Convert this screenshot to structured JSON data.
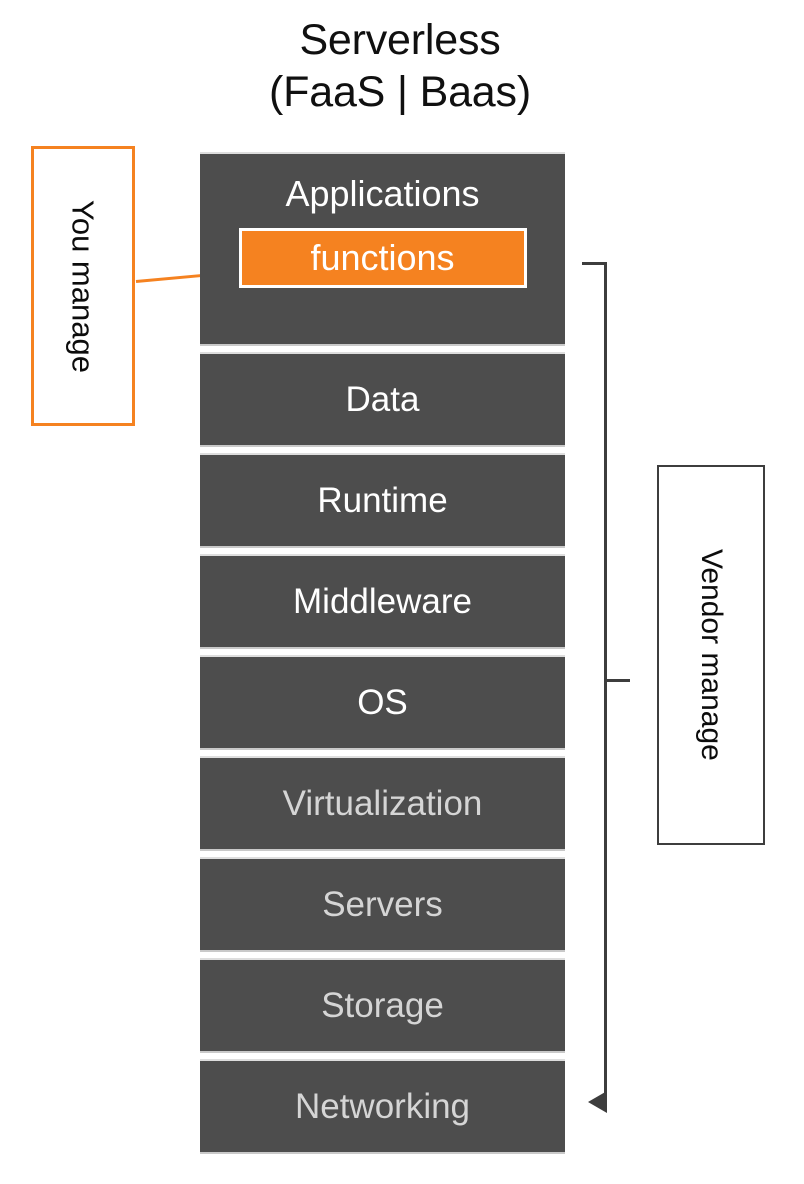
{
  "diagram": {
    "title_line1": "Serverless",
    "title_line2": "(FaaS | Baas)",
    "colors": {
      "block_fill": "#4d4d4d",
      "block_text": "#ffffff",
      "block_text_dim": "#d5d5d5",
      "accent_orange": "#F58220",
      "bracket": "#3d3d3d",
      "background": "#ffffff"
    },
    "stack": {
      "applications": {
        "label": "Applications",
        "nested_label": "functions"
      },
      "layers": [
        {
          "label": "Data",
          "dim": false
        },
        {
          "label": "Runtime",
          "dim": false
        },
        {
          "label": "Middleware",
          "dim": false
        },
        {
          "label": "OS",
          "dim": false
        },
        {
          "label": "Virtualization",
          "dim": true
        },
        {
          "label": "Servers",
          "dim": true
        },
        {
          "label": "Storage",
          "dim": true
        },
        {
          "label": "Networking",
          "dim": true
        }
      ]
    },
    "callouts": {
      "you_manage": "You manage",
      "vendor_manage": "Vendor manage"
    },
    "footer_sliver": ""
  }
}
